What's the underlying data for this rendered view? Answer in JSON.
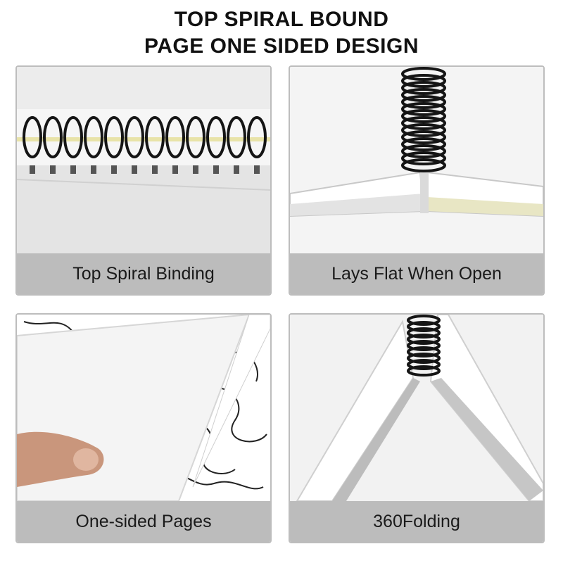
{
  "header": {
    "line1": "TOP SPIRAL BOUND",
    "line2": "PAGE ONE SIDED DESIGN"
  },
  "panels": [
    {
      "caption": "Top Spiral Binding"
    },
    {
      "caption": "Lays Flat When Open"
    },
    {
      "caption": "One-sided Pages"
    },
    {
      "caption": "360Folding"
    }
  ]
}
